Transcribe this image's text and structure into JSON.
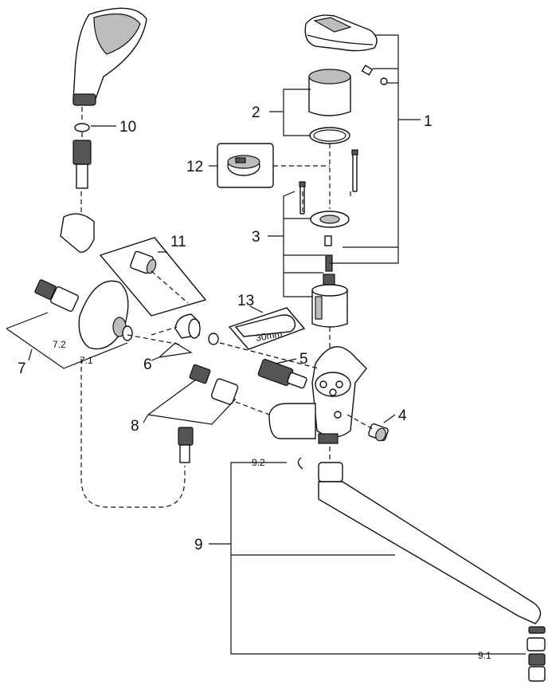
{
  "diagram": {
    "callouts": {
      "c1": "1",
      "c2": "2",
      "c3": "3",
      "c4": "4",
      "c5": "5",
      "c6": "6",
      "c7": "7",
      "c7_1": "7.1",
      "c7_2": "7.2",
      "c8": "8",
      "c9": "9",
      "c9_1": "9.1",
      "c9_2": "9.2",
      "c10": "10",
      "c11": "11",
      "c12": "12",
      "c13": "13"
    },
    "wrench_size": "30mm"
  }
}
